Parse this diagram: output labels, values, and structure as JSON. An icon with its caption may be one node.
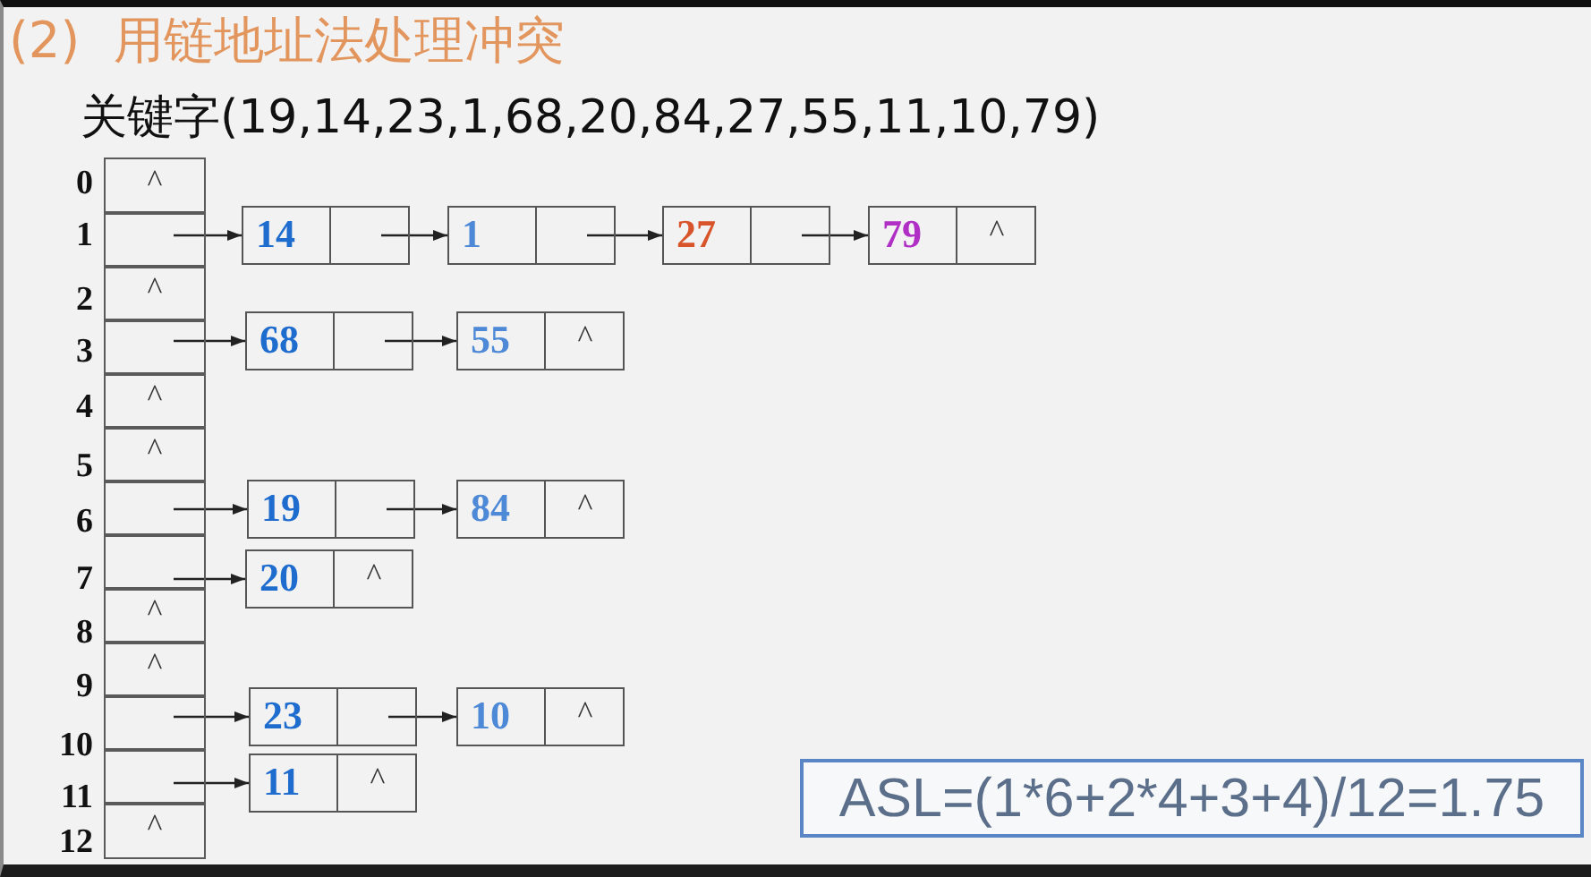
{
  "diagram": {
    "title": "(2) 用链地址法处理冲突",
    "nodes": [
      {
        "text": [
          "^"
        ],
        "beside": [
          "0"
        ]
      },
      {
        "text": [],
        "shape": "box",
        "beside": [
          "1"
        ]
      },
      {
        "text": [
          "14"
        ]
      },
      {
        "text": [
          "1"
        ]
      },
      {
        "text": [
          "27"
        ]
      },
      {
        "text": [
          "79",
          "^"
        ]
      },
      {
        "text": [
          "^"
        ],
        "beside": [
          "2"
        ]
      },
      {
        "text": [],
        "shape": "box",
        "beside": [
          "3"
        ]
      },
      {
        "text": [
          "68"
        ]
      },
      {
        "text": [
          "55",
          "^"
        ]
      },
      {
        "text": [
          "^"
        ],
        "beside": [
          "4"
        ]
      },
      {
        "text": [
          "^"
        ],
        "beside": [
          "5"
        ]
      },
      {
        "text": [],
        "shape": "box",
        "beside": [
          "6"
        ]
      },
      {
        "text": [
          "19"
        ]
      },
      {
        "text": [
          "84",
          "^"
        ]
      },
      {
        "text": [],
        "shape": "box",
        "beside": [
          "7"
        ]
      },
      {
        "text": [
          "20",
          "^"
        ]
      },
      {
        "text": [
          "^"
        ],
        "beside": [
          "8"
        ]
      },
      {
        "text": [
          "^"
        ],
        "beside": [
          "9"
        ]
      },
      {
        "text": [],
        "shape": "box",
        "beside": [
          "10"
        ]
      },
      {
        "text": [
          "23"
        ]
      },
      {
        "text": [
          "10",
          "^"
        ]
      },
      {
        "text": [],
        "shape": "box",
        "beside": [
          "11"
        ]
      },
      {
        "text": [
          "11",
          "^"
        ]
      },
      {
        "text": [
          "^"
        ],
        "beside": [
          "12"
        ]
      },
      {
        "text": [
          "ASL=(1*6+2*4+3+4)/12=1.75"
        ]
      }
    ],
    "edges": [
      {
        "from": 1,
        "to": 2,
        "arrow": "to"
      },
      {
        "from": 2,
        "to": 3,
        "arrow": "to"
      },
      {
        "from": 3,
        "to": 4,
        "arrow": "to"
      },
      {
        "from": 4,
        "to": 5,
        "arrow": "to"
      },
      {
        "from": 7,
        "to": 8,
        "arrow": "to"
      },
      {
        "from": 8,
        "to": 9,
        "arrow": "to"
      },
      {
        "from": 12,
        "to": 13,
        "arrow": "to"
      },
      {
        "from": 13,
        "to": 14,
        "arrow": "to"
      },
      {
        "from": 15,
        "to": 16,
        "arrow": "to"
      },
      {
        "from": 19,
        "to": 20,
        "arrow": "to"
      },
      {
        "from": 20,
        "to": 21,
        "arrow": "to"
      },
      {
        "from": 22,
        "to": 23,
        "arrow": "to"
      }
    ],
    "labels": [
      "关键字(19,14,23,1,68,20,84,27,55,11,10,79)"
    ]
  }
}
